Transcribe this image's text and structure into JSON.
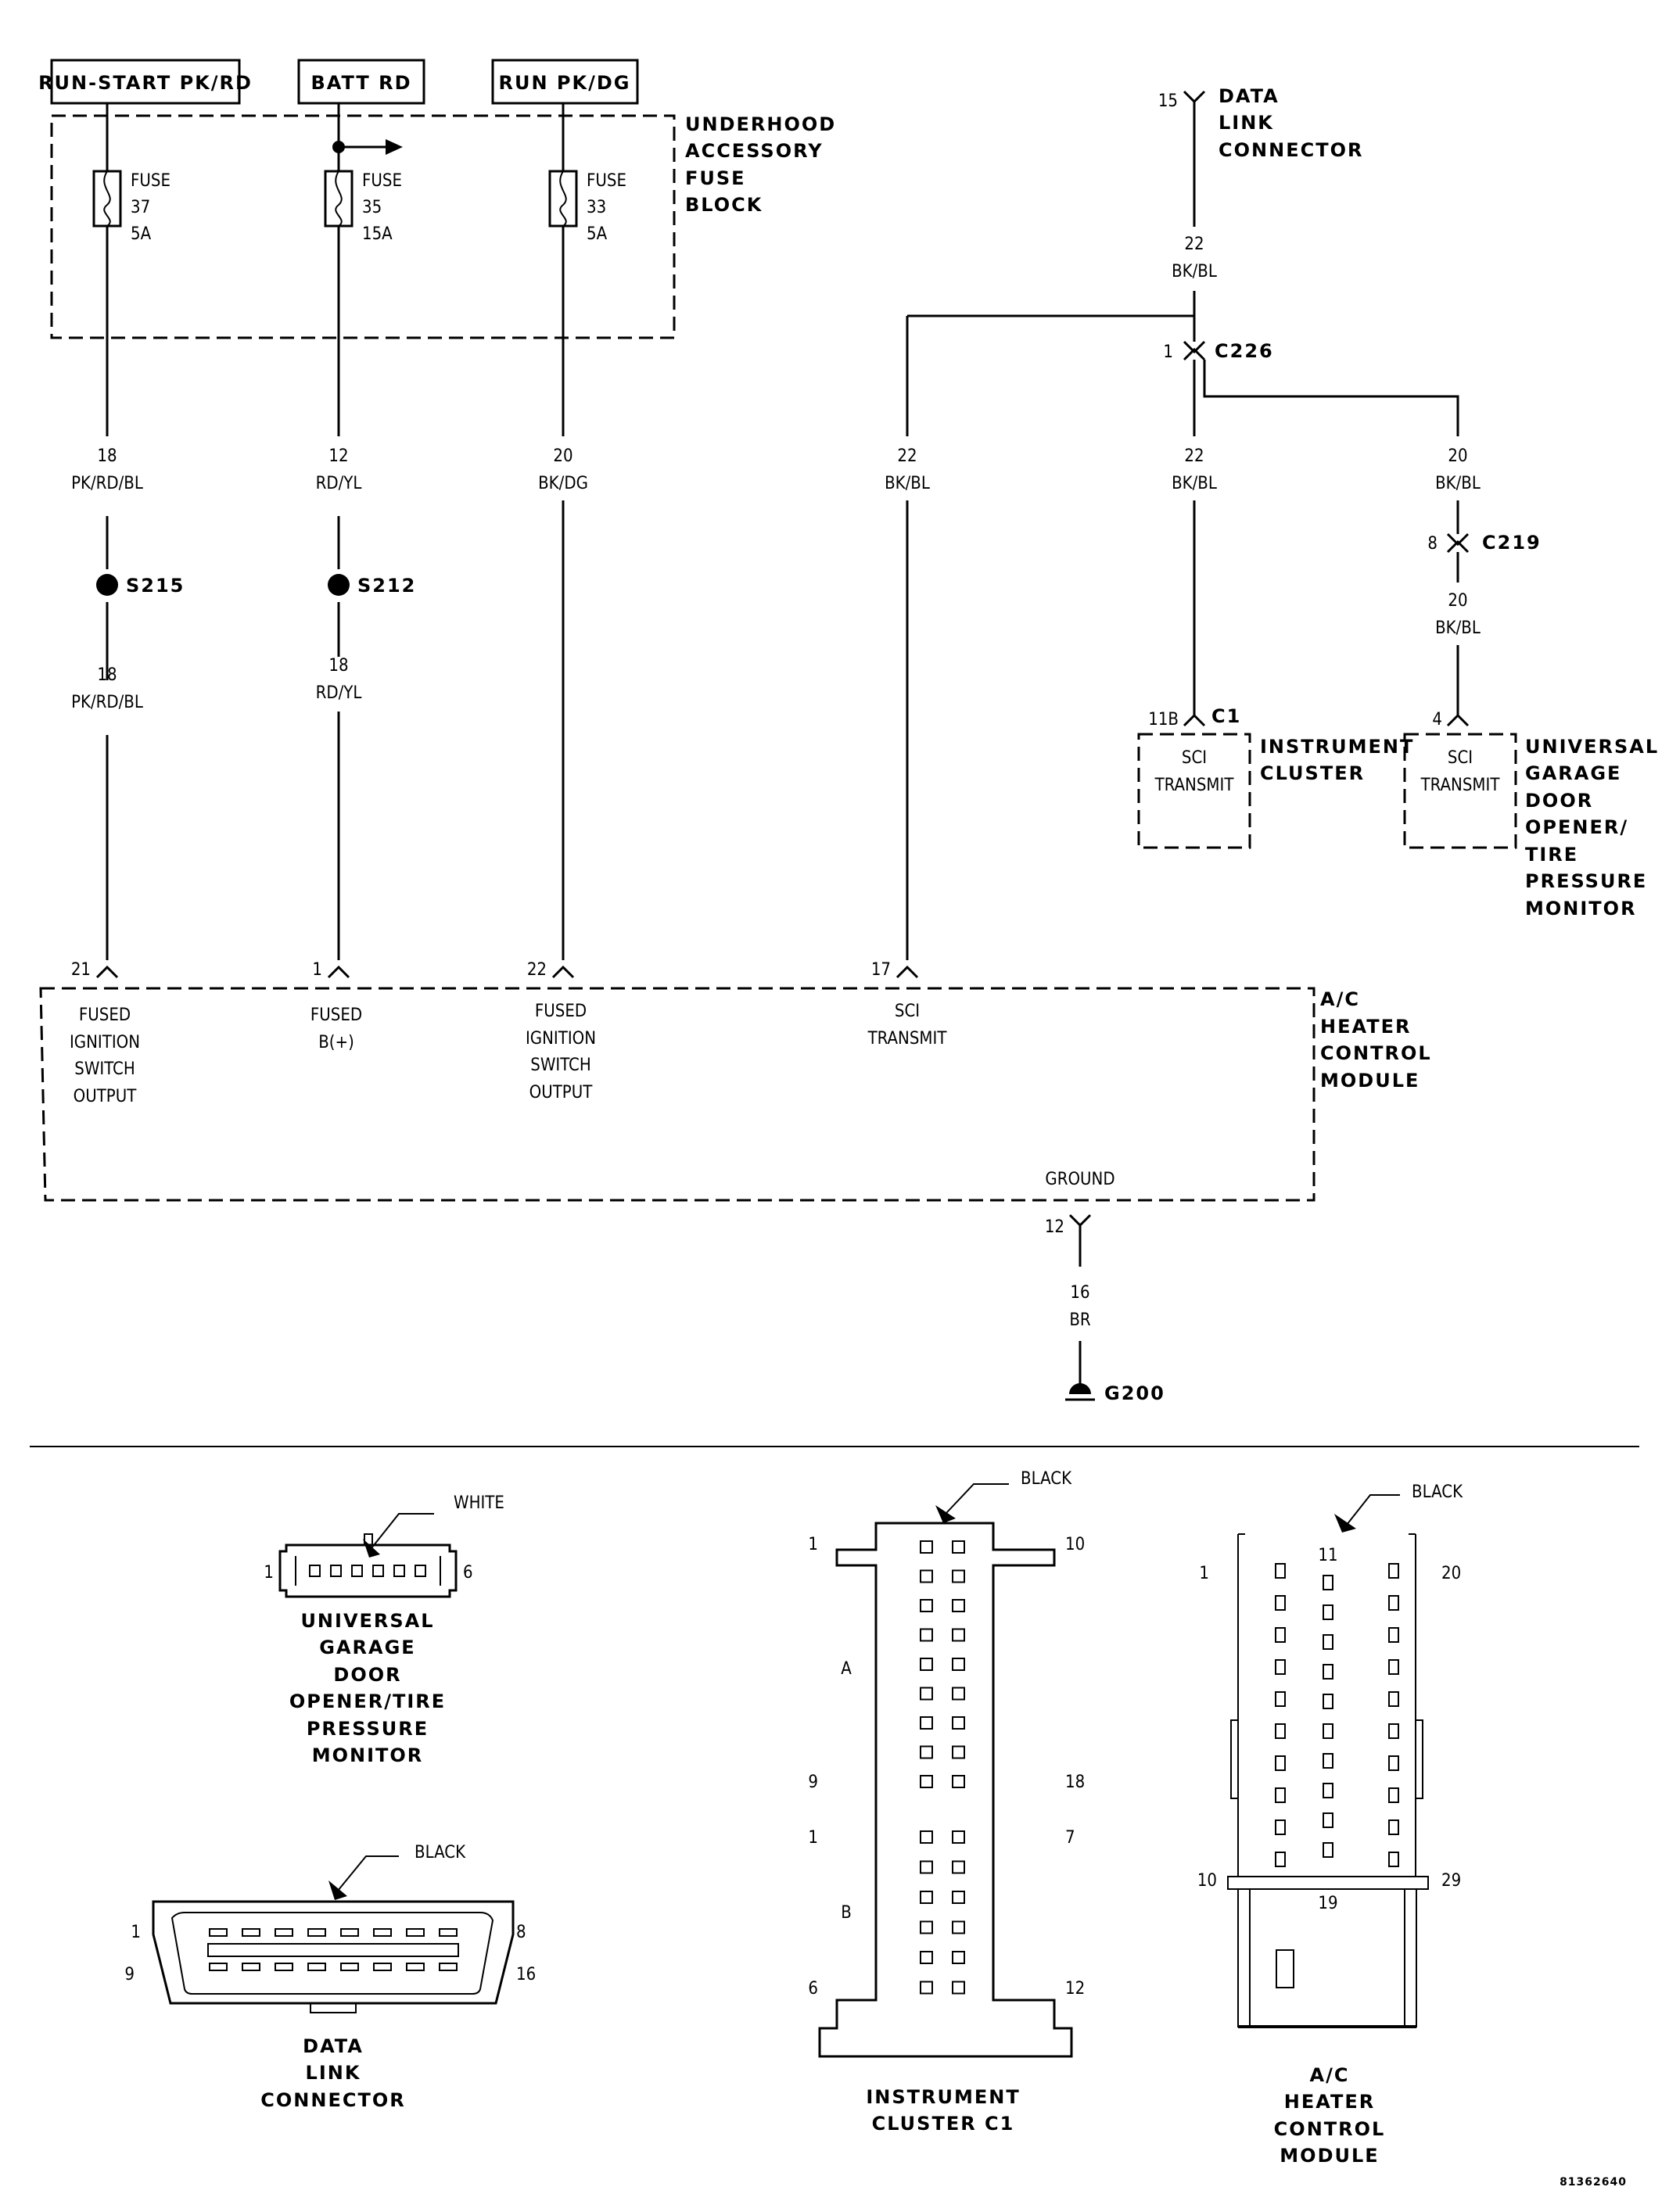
{
  "top_labels": {
    "run_start": "RUN-START PK/RD",
    "batt": "BATT RD",
    "run": "RUN PK/DG"
  },
  "fuse_block": {
    "title": [
      "UNDERHOOD",
      "ACCESSORY",
      "FUSE",
      "BLOCK"
    ],
    "fuses": [
      {
        "word": "FUSE",
        "number": "37",
        "rating": "5A"
      },
      {
        "word": "FUSE",
        "number": "35",
        "rating": "15A"
      },
      {
        "word": "FUSE",
        "number": "33",
        "rating": "5A"
      }
    ]
  },
  "data_link_top": {
    "pin": "15",
    "name": [
      "DATA",
      "LINK",
      "CONNECTOR"
    ],
    "gauge": "22",
    "color": "BK/BL"
  },
  "c226": {
    "pin": "1",
    "name": "C226"
  },
  "wires": {
    "w1_upper": {
      "gauge": "18",
      "color": "PK/RD/BL"
    },
    "w1_lower": {
      "gauge": "18",
      "color": "PK/RD/BL"
    },
    "w2_upper": {
      "gauge": "12",
      "color": "RD/YL"
    },
    "w2_lower": {
      "gauge": "18",
      "color": "RD/YL"
    },
    "w3": {
      "gauge": "20",
      "color": "BK/DG"
    },
    "w4": {
      "gauge": "22",
      "color": "BK/BL"
    },
    "w5": {
      "gauge": "22",
      "color": "BK/BL"
    },
    "w6_upper": {
      "gauge": "20",
      "color": "BK/BL"
    },
    "w6_lower": {
      "gauge": "20",
      "color": "BK/BL"
    },
    "ground": {
      "gauge": "16",
      "color": "BR"
    }
  },
  "splices": {
    "s215": "S215",
    "s212": "S212"
  },
  "c219": {
    "pin": "8",
    "name": "C219"
  },
  "instrument_cluster": {
    "pin": "11B",
    "connector": "C1",
    "function": [
      "SCI",
      "TRANSMIT"
    ],
    "name": [
      "INSTRUMENT",
      "CLUSTER"
    ]
  },
  "ugdo": {
    "pin": "4",
    "function": [
      "SCI",
      "TRANSMIT"
    ],
    "name": [
      "UNIVERSAL",
      "GARAGE",
      "DOOR",
      "OPENER/",
      "TIRE",
      "PRESSURE",
      "MONITOR"
    ]
  },
  "hcm": {
    "name": [
      "A/C",
      "HEATER",
      "CONTROL",
      "MODULE"
    ],
    "pins": [
      {
        "num": "21",
        "func": [
          "FUSED",
          "IGNITION",
          "SWITCH",
          "OUTPUT"
        ]
      },
      {
        "num": "1",
        "func": [
          "FUSED",
          "B(+)"
        ]
      },
      {
        "num": "22",
        "func": [
          "FUSED",
          "IGNITION",
          "SWITCH",
          "OUTPUT"
        ]
      },
      {
        "num": "17",
        "func": [
          "SCI",
          "TRANSMIT"
        ]
      }
    ],
    "ground_label": "GROUND",
    "ground_pin": "12"
  },
  "ground_point": "G200",
  "connector_views": {
    "ugdo": {
      "color": "WHITE",
      "pin_first": "1",
      "pin_last": "6",
      "name": [
        "UNIVERSAL",
        "GARAGE",
        "DOOR",
        "OPENER/TIRE",
        "PRESSURE",
        "MONITOR"
      ]
    },
    "dlc": {
      "color": "BLACK",
      "pins": [
        "1",
        "8",
        "9",
        "16"
      ],
      "name": [
        "DATA",
        "LINK",
        "CONNECTOR"
      ]
    },
    "cluster": {
      "color": "BLACK",
      "pins_a": [
        "1",
        "10",
        "9",
        "18"
      ],
      "pins_b": [
        "1",
        "7",
        "6",
        "12"
      ],
      "section_a": "A",
      "section_b": "B",
      "name": [
        "INSTRUMENT",
        "CLUSTER C1"
      ]
    },
    "hcm": {
      "color": "BLACK",
      "pins": [
        "1",
        "11",
        "20",
        "10",
        "19",
        "29"
      ],
      "name": [
        "A/C",
        "HEATER",
        "CONTROL",
        "MODULE"
      ]
    }
  },
  "figure_id": "81362640"
}
